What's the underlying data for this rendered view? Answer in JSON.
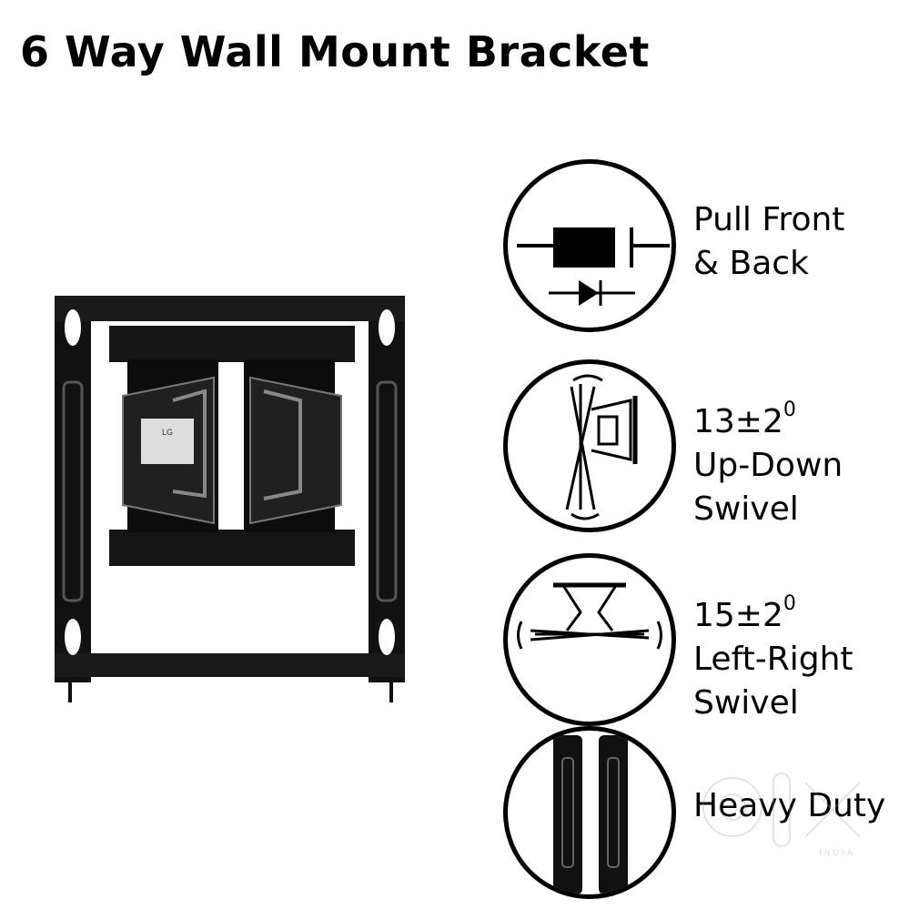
{
  "title": "6 Way Wall Mount Bracket",
  "features": [
    {
      "lines": [
        "Pull Front",
        "& Back"
      ],
      "icon": "push-pull-arrows-icon"
    },
    {
      "lines": [
        "13±2",
        "Up-Down",
        "Swivel"
      ],
      "superscript": "0",
      "icon": "tilt-swivel-icon"
    },
    {
      "lines": [
        "15±2",
        "Left-Right",
        "Swivel"
      ],
      "superscript": "0",
      "icon": "pan-swivel-icon"
    },
    {
      "lines": [
        "Heavy Duty"
      ],
      "icon": "heavy-duty-rails-icon"
    }
  ],
  "product_label": "LG",
  "watermark": {
    "brand": "olx",
    "region": "INDIA"
  }
}
